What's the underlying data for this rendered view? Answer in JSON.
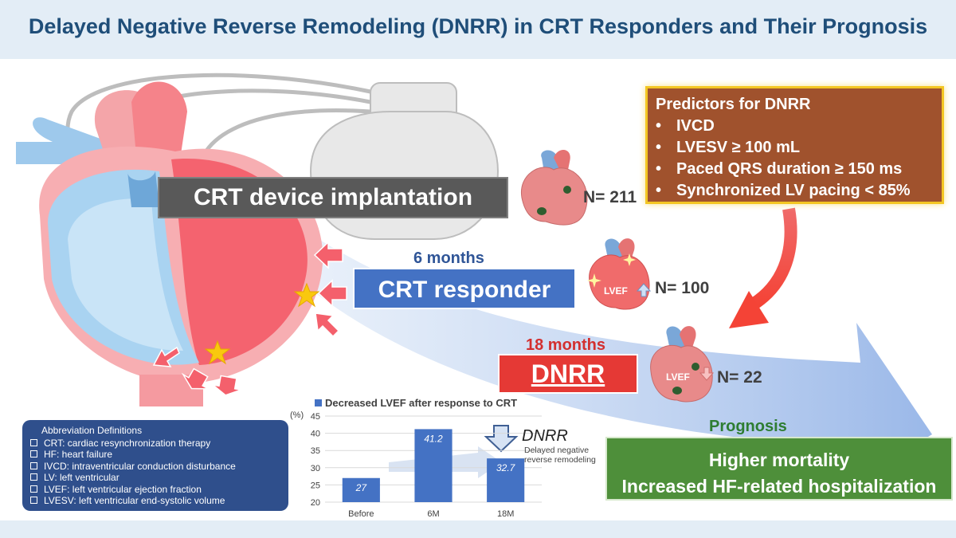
{
  "title": "Delayed Negative Reverse Remodeling (DNRR) in CRT Responders and Their Prognosis",
  "device_box": "CRT device implantation",
  "n1": "N= 211",
  "responder": {
    "time": "6 months",
    "label": "CRT responder",
    "lvef": "LVEF",
    "n": "N= 100"
  },
  "dnrr": {
    "time": "18 months",
    "label": "DNRR",
    "lvef": "LVEF",
    "n": "N= 22"
  },
  "predictors": {
    "title": "Predictors for DNRR",
    "items": [
      "IVCD",
      "LVESV ≥ 100 mL",
      "Paced QRS duration ≥ 150 ms",
      "Synchronized LV pacing < 85%"
    ]
  },
  "prognosis": {
    "title": "Prognosis",
    "line1": "Higher mortality",
    "line2": "Increased HF-related hospitalization"
  },
  "abbreviations": {
    "title": "Abbreviation Definitions",
    "items": [
      "CRT: cardiac resynchronization therapy",
      "HF: heart failure",
      "IVCD: intraventricular conduction disturbance",
      "LV: left ventricular",
      "LVEF: left ventricular ejection fraction",
      "LVESV: left ventricular end-systolic volume"
    ]
  },
  "dnrr_note": {
    "label": "DNRR",
    "sub1": "Delayed negative",
    "sub2": "reverse remodeling"
  },
  "colors": {
    "title": "#1f4e79",
    "responder": "#4472c4",
    "dnrr": "#e53935",
    "predictor_bg": "#a0522d",
    "prognosis_bg": "#4e8f3a",
    "abbr_bg": "#2f4f8c"
  },
  "chart_data": {
    "type": "bar",
    "legend": "Decreased LVEF after response to CRT",
    "categories": [
      "Before",
      "6M",
      "18M"
    ],
    "values": [
      27,
      41.2,
      32.7
    ],
    "value_labels": [
      "27",
      "41.2",
      "32.7"
    ],
    "ylabel": "(%)",
    "ylim": [
      20,
      45
    ],
    "yticks": [
      20,
      25,
      30,
      35,
      40,
      45
    ],
    "grid": true,
    "color": "#4472c4"
  }
}
